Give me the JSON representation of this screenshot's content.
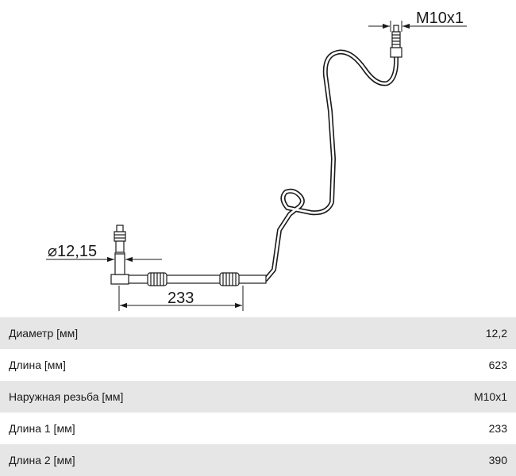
{
  "drawing": {
    "dimensions": {
      "thread": "M10x1",
      "diameter": "⌀12,15",
      "length": "233"
    }
  },
  "specs": [
    {
      "label": "Диаметр [мм]",
      "value": "12,2"
    },
    {
      "label": "Длина [мм]",
      "value": "623"
    },
    {
      "label": "Наружная резьба [мм]",
      "value": "M10x1"
    },
    {
      "label": "Длина 1 [мм]",
      "value": "233"
    },
    {
      "label": "Длина 2 [мм]",
      "value": "390"
    }
  ],
  "colors": {
    "line": "#1a1a1a",
    "row_shade": "#e6e6e6"
  }
}
